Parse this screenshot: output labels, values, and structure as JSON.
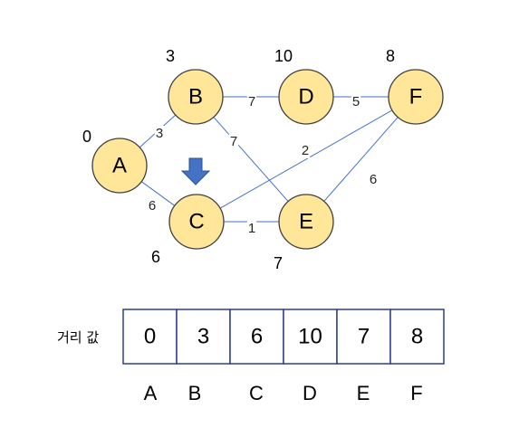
{
  "graph": {
    "nodes": [
      {
        "id": "A",
        "label": "A",
        "dist": "0"
      },
      {
        "id": "B",
        "label": "B",
        "dist": "3"
      },
      {
        "id": "C",
        "label": "C",
        "dist": "6"
      },
      {
        "id": "D",
        "label": "D",
        "dist": "10"
      },
      {
        "id": "E",
        "label": "E",
        "dist": "7"
      },
      {
        "id": "F",
        "label": "F",
        "dist": "8"
      }
    ],
    "edges": [
      {
        "from": "A",
        "to": "B",
        "weight": "3"
      },
      {
        "from": "A",
        "to": "C",
        "weight": "6"
      },
      {
        "from": "B",
        "to": "D",
        "weight": "7"
      },
      {
        "from": "B",
        "to": "E",
        "weight": "7"
      },
      {
        "from": "D",
        "to": "F",
        "weight": "5"
      },
      {
        "from": "C",
        "to": "F",
        "weight": "2"
      },
      {
        "from": "C",
        "to": "E",
        "weight": "1"
      },
      {
        "from": "E",
        "to": "F",
        "weight": "6"
      }
    ],
    "highlight_arrow_target": "C",
    "node_fill": "#FFE699",
    "edge_color": "#4472C4"
  },
  "table": {
    "row_label": "거리 값",
    "columns": [
      "A",
      "B",
      "C",
      "D",
      "E",
      "F"
    ],
    "values": [
      "0",
      "3",
      "6",
      "10",
      "7",
      "8"
    ],
    "border_color": "#2F3E8F"
  }
}
